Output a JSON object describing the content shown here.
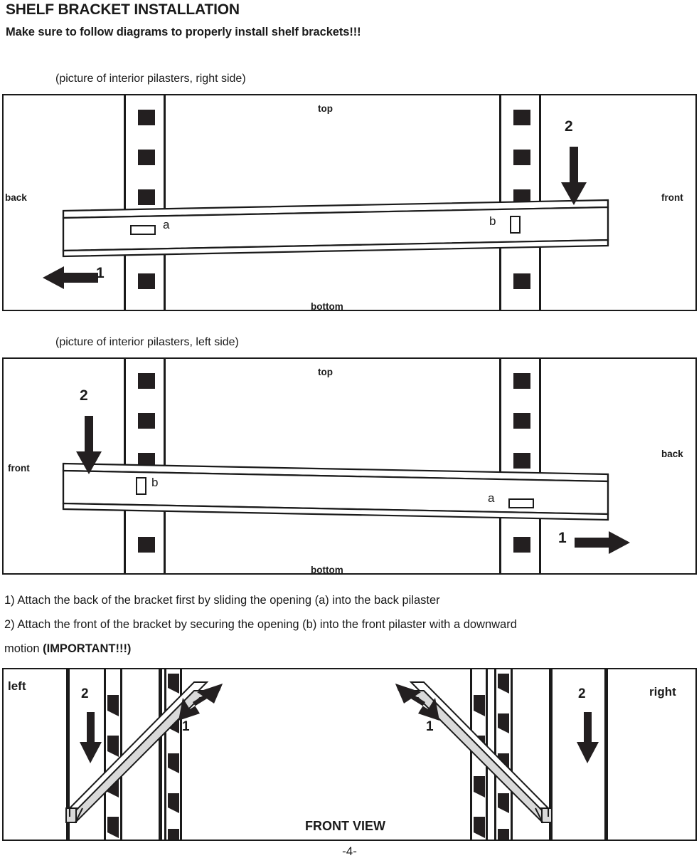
{
  "document": {
    "title": "SHELF BRACKET INSTALLATION",
    "subtitle": "Make sure to follow diagrams to properly install shelf brackets!!!",
    "page_number": "-4-"
  },
  "diagram_right": {
    "caption": "(picture of interior pilasters, right side)",
    "label_top": "top",
    "label_bottom": "bottom",
    "label_left": "back",
    "label_right": "front",
    "opening_back": "a",
    "opening_front": "b",
    "arrow_back_step": "1",
    "arrow_front_step": "2"
  },
  "diagram_left": {
    "caption": "(picture of interior pilasters, left side)",
    "label_top": "top",
    "label_bottom": "bottom",
    "label_left": "front",
    "label_right": "back",
    "opening_front": "b",
    "opening_back": "a",
    "arrow_front_step": "2",
    "arrow_back_step": "1"
  },
  "instructions": {
    "step1": "1)  Attach the back of the bracket first by sliding the opening (a) into the back pilaster",
    "step2": "2)  Attach the front of the bracket by securing the opening (b) into the front pilaster with a downward",
    "step2_cont": "motion  ",
    "step2_emphasis": "(IMPORTANT!!!)"
  },
  "front_view": {
    "caption": "FRONT VIEW",
    "label_left": "left",
    "label_right": "right",
    "left_step_slide": "1",
    "left_step_down": "2",
    "right_step_slide": "1",
    "right_step_down": "2"
  },
  "colors": {
    "ink": "#1a1a1a",
    "slot_fill": "#231f20",
    "bracket_shade": "#d9d9d9",
    "paper": "#ffffff"
  }
}
